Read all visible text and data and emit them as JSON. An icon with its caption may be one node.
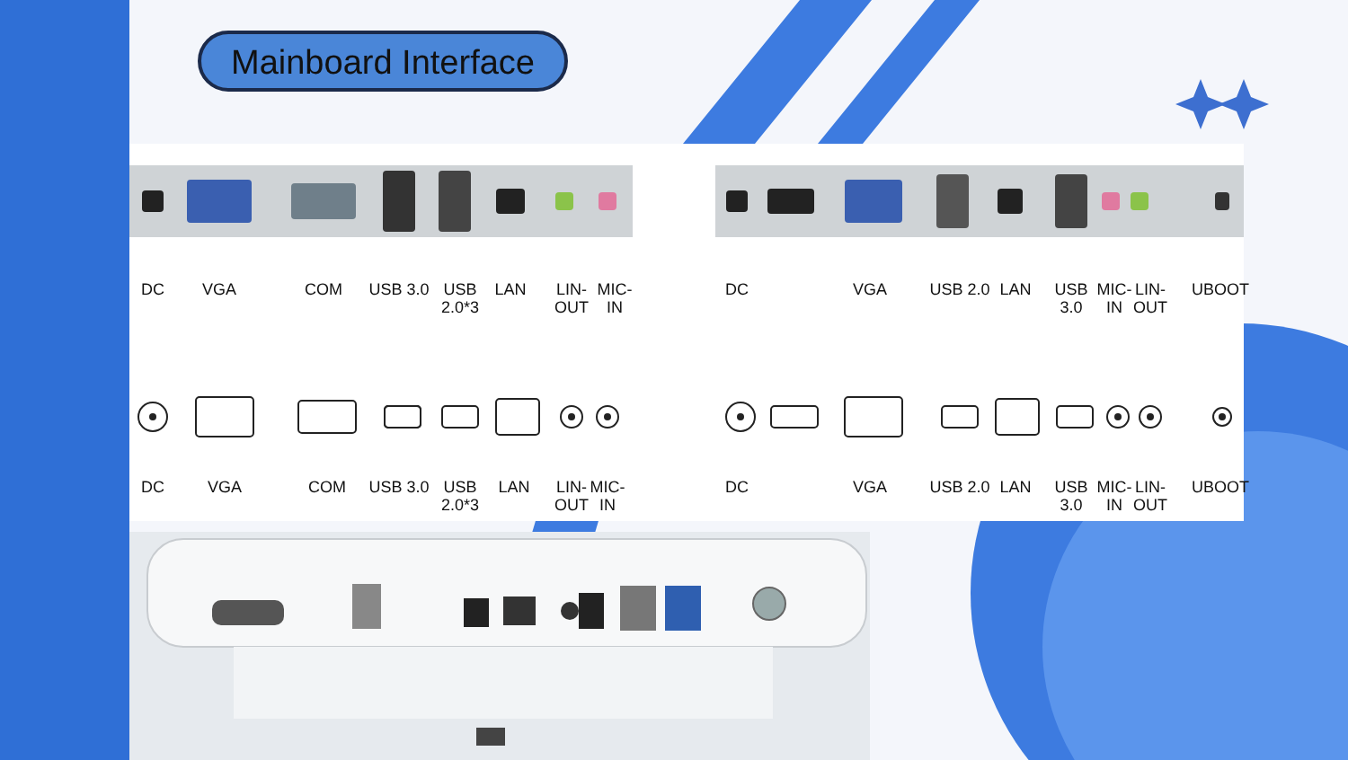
{
  "diagram": {
    "title": "Mainboard Interface",
    "labels": [
      "DC",
      "VGA",
      "COM",
      "USB 3.0",
      "USB 2.0*3",
      "LAN",
      "LIN-OUT",
      "MIC-IN",
      "DC",
      "VGA",
      "USB 2.0",
      "LAN",
      "USB 3.0",
      "MIC-IN",
      "LIN-OUT",
      "UBOOT",
      "DC",
      "VGA",
      "COM",
      "USB 3.0",
      "USB 2.0*3",
      "LAN",
      "LIN-OUT",
      "MIC-IN",
      "DC",
      "VGA",
      "USB 2.0",
      "LAN",
      "USB 3.0",
      "MIC-IN",
      "LIN-OUT",
      "UBOOT"
    ]
  }
}
